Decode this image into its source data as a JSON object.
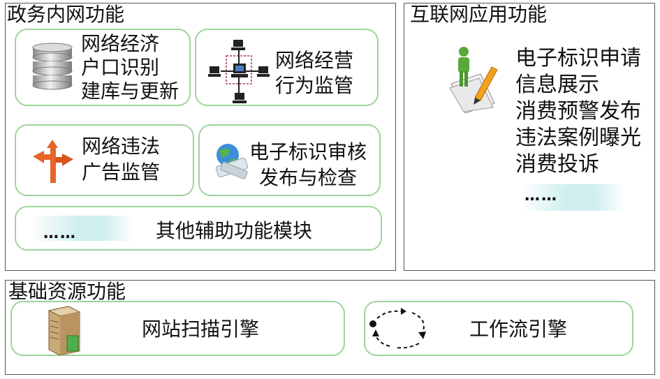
{
  "gov_panel": {
    "title": "政务内网功能",
    "cards": {
      "economy": [
        "网络经济",
        "户口识别",
        "建库与更新"
      ],
      "supervision": [
        "网络经营",
        "行为监管"
      ],
      "ads": [
        "网络违法",
        "广告监管"
      ],
      "audit": [
        "电子标识审核",
        "发布与检查"
      ]
    },
    "other": {
      "dots": "……",
      "label": "其他辅助功能模块"
    }
  },
  "internet_panel": {
    "title": "互联网应用功能",
    "items": [
      "电子标识申请",
      "信息展示",
      "消费预警发布",
      "违法案例曝光",
      "消费投诉"
    ],
    "dots": "……"
  },
  "base_panel": {
    "title": "基础资源功能",
    "cards": {
      "scan": "网站扫描引擎",
      "workflow": "工作流引擎"
    }
  },
  "icons": {
    "economy": "database-icon",
    "supervision": "network-icon",
    "ads": "signpost-icon",
    "audit": "globe-icon",
    "internet": "user-edit-icon",
    "scan": "server-icon",
    "workflow": "cycle-icon"
  }
}
